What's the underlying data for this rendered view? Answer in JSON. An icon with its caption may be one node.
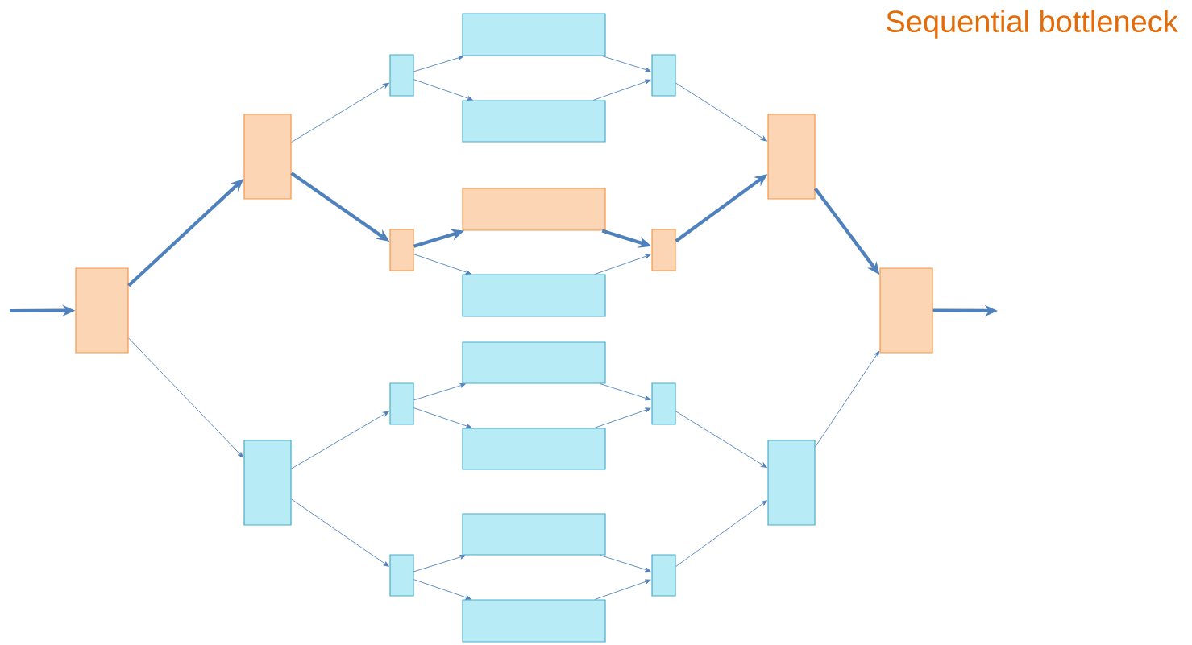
{
  "diagram": {
    "title": "Sequential bottleneck",
    "nodes": [
      {
        "text": [],
        "shape": "box"
      },
      {
        "text": [],
        "shape": "box"
      },
      {
        "text": [],
        "shape": "box"
      },
      {
        "text": [],
        "shape": "box"
      },
      {
        "text": [],
        "shape": "box"
      },
      {
        "text": [],
        "shape": "box"
      },
      {
        "text": [],
        "shape": "box"
      },
      {
        "text": [],
        "shape": "box"
      },
      {
        "text": [],
        "shape": "box"
      },
      {
        "text": [],
        "shape": "box"
      },
      {
        "text": [],
        "shape": "box"
      },
      {
        "text": [],
        "shape": "box"
      },
      {
        "text": [],
        "shape": "box"
      },
      {
        "text": [],
        "shape": "box"
      },
      {
        "text": [],
        "shape": "box"
      },
      {
        "text": [],
        "shape": "box"
      },
      {
        "text": [],
        "shape": "box"
      },
      {
        "text": [],
        "shape": "box"
      },
      {
        "text": [],
        "shape": "box"
      },
      {
        "text": [],
        "shape": "box"
      },
      {
        "text": [],
        "shape": "box"
      },
      {
        "text": [],
        "shape": "box"
      }
    ],
    "edges": [
      {
        "from": null,
        "to": 0,
        "arrow": "to",
        "style": "thick"
      },
      {
        "from": 0,
        "to": 1,
        "arrow": "to",
        "style": "thick"
      },
      {
        "from": 0,
        "to": 2,
        "arrow": "to"
      },
      {
        "from": 1,
        "to": 3,
        "arrow": "to"
      },
      {
        "from": 1,
        "to": 4,
        "arrow": "to",
        "style": "thick"
      },
      {
        "from": 2,
        "to": 5,
        "arrow": "to"
      },
      {
        "from": 2,
        "to": 6,
        "arrow": "to"
      },
      {
        "from": 3,
        "to": 7,
        "arrow": "to"
      },
      {
        "from": 3,
        "to": 8,
        "arrow": "to"
      },
      {
        "from": 4,
        "to": 9,
        "arrow": "to",
        "style": "thick"
      },
      {
        "from": 4,
        "to": 10,
        "arrow": "to"
      },
      {
        "from": 5,
        "to": 11,
        "arrow": "to"
      },
      {
        "from": 5,
        "to": 12,
        "arrow": "to"
      },
      {
        "from": 6,
        "to": 13,
        "arrow": "to"
      },
      {
        "from": 6,
        "to": 14,
        "arrow": "to"
      },
      {
        "from": 7,
        "to": 15,
        "arrow": "to"
      },
      {
        "from": 8,
        "to": 15,
        "arrow": "to"
      },
      {
        "from": 9,
        "to": 16,
        "arrow": "to",
        "style": "thick"
      },
      {
        "from": 10,
        "to": 16,
        "arrow": "to"
      },
      {
        "from": 11,
        "to": 17,
        "arrow": "to"
      },
      {
        "from": 12,
        "to": 17,
        "arrow": "to"
      },
      {
        "from": 13,
        "to": 18,
        "arrow": "to"
      },
      {
        "from": 14,
        "to": 18,
        "arrow": "to"
      },
      {
        "from": 15,
        "to": 19,
        "arrow": "to"
      },
      {
        "from": 16,
        "to": 19,
        "arrow": "to",
        "style": "thick"
      },
      {
        "from": 17,
        "to": 20,
        "arrow": "to"
      },
      {
        "from": 18,
        "to": 20,
        "arrow": "to"
      },
      {
        "from": 19,
        "to": 21,
        "arrow": "to",
        "style": "thick"
      },
      {
        "from": 20,
        "to": 21,
        "arrow": "to"
      },
      {
        "from": 21,
        "to": null,
        "arrow": "to",
        "style": "thick"
      }
    ]
  }
}
